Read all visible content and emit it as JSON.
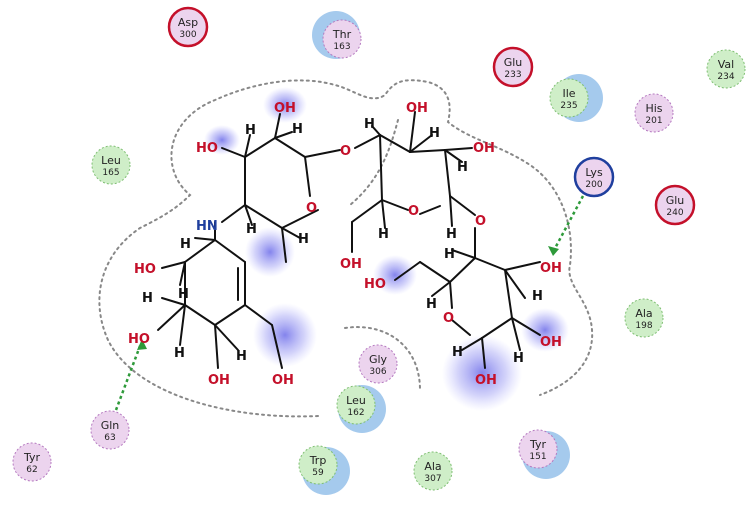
{
  "colors": {
    "oxygen": "#c4102a",
    "nitrogen": "#1f3f9e",
    "bond": "#111111",
    "contour": "#888888",
    "hbond": "#2e9a3a",
    "exposure_halo": "#8fbde8",
    "ligand_exposure": "#6b6bea",
    "polar_fill": "#ecd4ee",
    "polar_stroke": "#b57ac0",
    "hydrophobic_fill": "#cfeec8",
    "hydrophobic_stroke": "#7fbf73",
    "acidic_stroke": "#c4102a",
    "basic_stroke": "#1f3f9e"
  },
  "residues": [
    {
      "id": "asp300",
      "name": "Asp",
      "number": "300",
      "type": "acidic"
    },
    {
      "id": "thr163",
      "name": "Thr",
      "number": "163",
      "type": "polar"
    },
    {
      "id": "glu233",
      "name": "Glu",
      "number": "233",
      "type": "acidic"
    },
    {
      "id": "ile235",
      "name": "Ile",
      "number": "235",
      "type": "hydrophobic"
    },
    {
      "id": "val234",
      "name": "Val",
      "number": "234",
      "type": "hydrophobic"
    },
    {
      "id": "his201",
      "name": "His",
      "number": "201",
      "type": "polar"
    },
    {
      "id": "leu165",
      "name": "Leu",
      "number": "165",
      "type": "hydrophobic"
    },
    {
      "id": "lys200",
      "name": "Lys",
      "number": "200",
      "type": "basic"
    },
    {
      "id": "glu240",
      "name": "Glu",
      "number": "240",
      "type": "acidic"
    },
    {
      "id": "ala198",
      "name": "Ala",
      "number": "198",
      "type": "hydrophobic"
    },
    {
      "id": "gly306",
      "name": "Gly",
      "number": "306",
      "type": "polar"
    },
    {
      "id": "leu162",
      "name": "Leu",
      "number": "162",
      "type": "hydrophobic"
    },
    {
      "id": "gln63",
      "name": "Gln",
      "number": "63",
      "type": "polar"
    },
    {
      "id": "tyr62",
      "name": "Tyr",
      "number": "62",
      "type": "polar"
    },
    {
      "id": "trp59",
      "name": "Trp",
      "number": "59",
      "type": "hydrophobic"
    },
    {
      "id": "ala307",
      "name": "Ala",
      "number": "307",
      "type": "hydrophobic"
    },
    {
      "id": "tyr151",
      "name": "Tyr",
      "number": "151",
      "type": "polar"
    }
  ],
  "atom_labels": {
    "oh": "OH",
    "nh": "HN",
    "ho": "HO",
    "o": "O",
    "h": "H"
  }
}
